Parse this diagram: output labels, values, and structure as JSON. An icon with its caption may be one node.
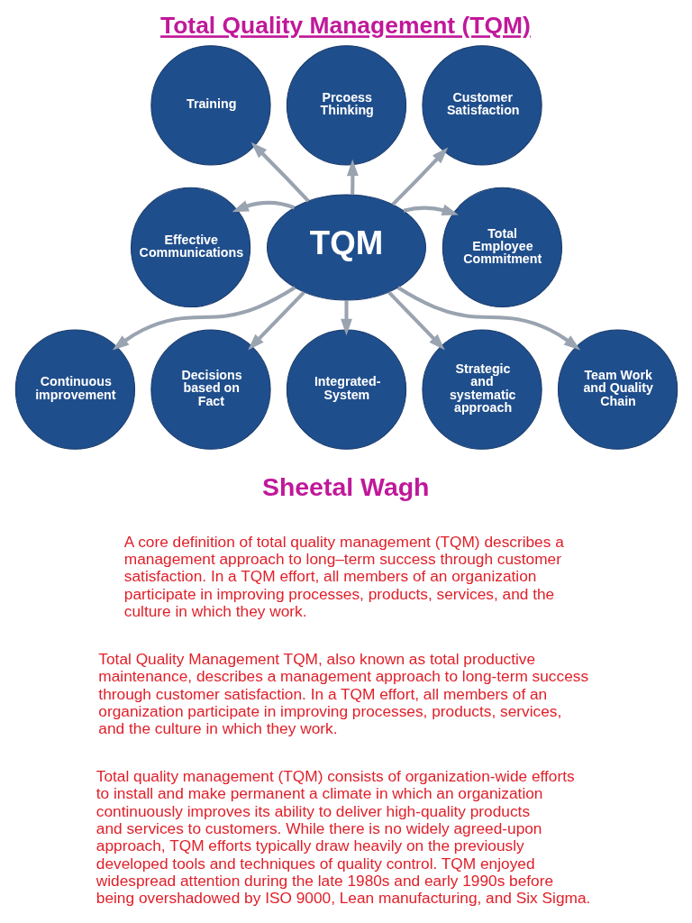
{
  "diagram": {
    "title": "Total Quality Management (TQM)",
    "nodes": [
      {
        "text": [
          "TQM"
        ]
      },
      {
        "text": [
          "Prcoess Thinking"
        ]
      },
      {
        "text": [
          "Customer Satisfaction"
        ]
      },
      {
        "text": [
          "Total Employee Commitment"
        ]
      },
      {
        "text": [
          "Team Work and Quality Chain"
        ]
      },
      {
        "text": [
          "Strategic and systematic approach"
        ]
      },
      {
        "text": [
          "Integrated-System"
        ]
      },
      {
        "text": [
          "Decisions based on Fact"
        ]
      },
      {
        "text": [
          "Continuous improvement"
        ]
      },
      {
        "text": [
          "Effective Communications"
        ]
      },
      {
        "text": [
          "Training"
        ]
      }
    ],
    "edges": [
      {
        "from": 0,
        "to": 1,
        "arrow": "to"
      },
      {
        "from": 0,
        "to": 2,
        "arrow": "to"
      },
      {
        "from": 0,
        "to": 3,
        "arrow": "to"
      },
      {
        "from": 0,
        "to": 4,
        "arrow": "to"
      },
      {
        "from": 0,
        "to": 5,
        "arrow": "to"
      },
      {
        "from": 0,
        "to": 6,
        "arrow": "to"
      },
      {
        "from": 0,
        "to": 7,
        "arrow": "to"
      },
      {
        "from": 0,
        "to": 8,
        "arrow": "to"
      },
      {
        "from": 0,
        "to": 9,
        "arrow": "to"
      },
      {
        "from": 0,
        "to": 10,
        "arrow": "to"
      }
    ],
    "labels": [
      "Sheetal Wagh",
      "A core definition of total quality management (TQM) describes a management approach to long–term success through customer satisfaction. In a TQM effort, all members of an organization participate in improving processes, products, services, and the culture in which they work.",
      "Total Quality Management TQM, also known as total productive maintenance, describes a management approach to long-term success through customer satisfaction. In a TQM effort, all members of an organization participate in improving processes, products, services, and the culture in which they work.",
      "Total quality management (TQM) consists of organization-wide efforts to install and make permanent a climate in which an organization continuously improves its ability to deliver high-quality products and services to customers. While there is no widely agreed-upon approach, TQM efforts typically draw heavily on the previously developed tools and techniques of quality control. TQM enjoyed widespread attention during the late 1980s and early 1990s before being overshadowed by ISO 9000, Lean manufacturing, and Six Sigma."
    ]
  }
}
